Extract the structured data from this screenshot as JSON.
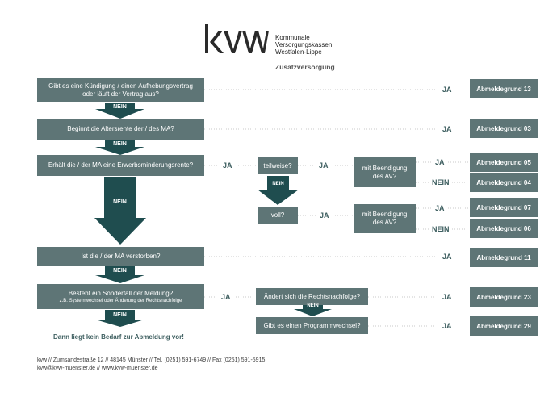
{
  "header": {
    "logo_text": "kvw",
    "org_line1": "Kommunale",
    "org_line2": "Versorgungskassen",
    "org_line3": "Westfalen-Lippe",
    "subtitle": "Zusatzversorgung"
  },
  "questions": {
    "q1_line1": "Gibt es eine Kündigung / einen Aufhebungsvertrag",
    "q1_line2": "oder läuft der Vertrag aus?",
    "q2": "Beginnt die Altersrente der / des MA?",
    "q3": "Erhält die / der MA eine Erwerbsminderungsrente?",
    "q4": "Ist die / der MA verstorben?",
    "q5_line1": "Besteht ein Sonderfall der Meldung?",
    "q5_line2": "z.B. Systemwechsel oder Änderung der Rechtsnachfolge",
    "teilweise": "teilweise?",
    "voll": "voll?",
    "beendigung1_line1": "mit Beendigung",
    "beendigung1_line2": "des AV?",
    "beendigung2_line1": "mit Beendigung",
    "beendigung2_line2": "des AV?",
    "rechtsnachfolge": "Ändert sich die Rechtsnachfolge?",
    "programmwechsel": "Gibt es einen Programmwechsel?"
  },
  "labels": {
    "ja": "JA",
    "nein": "NEIN"
  },
  "results": {
    "r13": "Abmeldegrund 13",
    "r03": "Abmeldegrund 03",
    "r05": "Abmeldegrund 05",
    "r04": "Abmeldegrund 04",
    "r07": "Abmeldegrund 07",
    "r06": "Abmeldegrund 06",
    "r11": "Abmeldegrund 11",
    "r23": "Abmeldegrund 23",
    "r29": "Abmeldegrund 29"
  },
  "conclusion": "Dann liegt kein Bedarf zur Abmeldung vor!",
  "footer": {
    "line1": "kvw // Zumsandestraße 12 // 48145 Münster // Tel. (0251) 591-6749 // Fax (0251) 591-5915",
    "line2": "kvw@kvw-muenster.de // www.kvw-muenster.de"
  },
  "colors": {
    "box": "#5e7576",
    "arrow": "#1f4d4f",
    "label": "#3e5f60"
  }
}
